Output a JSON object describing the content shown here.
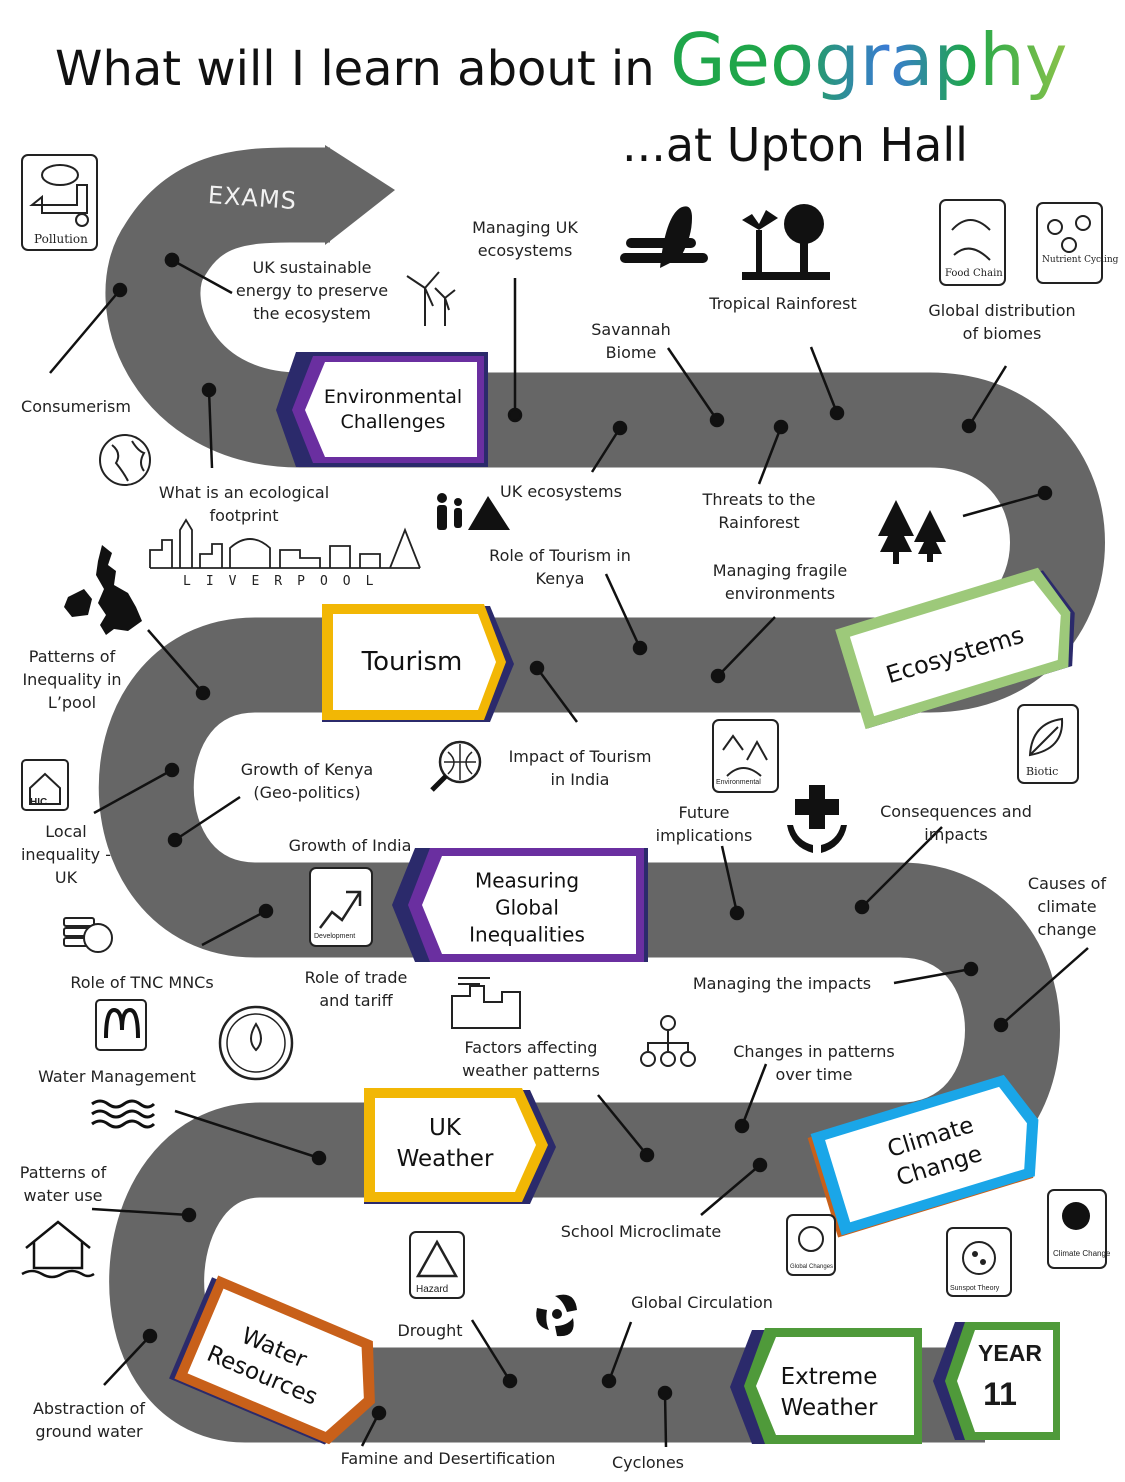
{
  "header": {
    "title_prefix": "What will I learn about in",
    "title_highlight": "Geography",
    "subtitle": "...at Upton Hall"
  },
  "road": {
    "start_label": "EXAMS",
    "color": "#666666"
  },
  "year_badge": {
    "label": "YEAR",
    "number": "11"
  },
  "units": [
    {
      "name": "Environmental Challenges",
      "lines": [
        "Environmental",
        "Challenges"
      ],
      "color": "#6a2fa0"
    },
    {
      "name": "Ecosystems",
      "lines": [
        "Ecosystems"
      ],
      "color": "#9dc97a"
    },
    {
      "name": "Tourism",
      "lines": [
        "Tourism"
      ],
      "color": "#f2b705"
    },
    {
      "name": "Measuring Global Inequalities",
      "lines": [
        "Measuring",
        "Global",
        "Inequalities"
      ],
      "color": "#6a2fa0"
    },
    {
      "name": "Climate Change",
      "lines": [
        "Climate",
        "Change"
      ],
      "color": "#1aa6e8"
    },
    {
      "name": "UK Weather",
      "lines": [
        "UK",
        "Weather"
      ],
      "color": "#f2b705"
    },
    {
      "name": "Water Resources",
      "lines": [
        "Water",
        "Resources"
      ],
      "color": "#c8601a"
    },
    {
      "name": "Extreme Weather",
      "lines": [
        "Extreme",
        "Weather"
      ],
      "color": "#4f9a3a"
    }
  ],
  "topics": [
    {
      "id": "uk-sustainable-energy",
      "lines": [
        "UK sustainable",
        "energy to preserve",
        "the ecosystem"
      ]
    },
    {
      "id": "managing-uk-ecosystems",
      "lines": [
        "Managing UK",
        "ecosystems"
      ]
    },
    {
      "id": "tropical-rainforest",
      "lines": [
        "Tropical Rainforest"
      ]
    },
    {
      "id": "global-distribution",
      "lines": [
        "Global distribution",
        "of biomes"
      ]
    },
    {
      "id": "savannah-biome",
      "lines": [
        "Savannah",
        "Biome"
      ]
    },
    {
      "id": "consumerism",
      "lines": [
        "Consumerism"
      ]
    },
    {
      "id": "ecological-footprint",
      "lines": [
        "What is an ecological",
        "footprint"
      ]
    },
    {
      "id": "uk-ecosystems",
      "lines": [
        "UK ecosystems"
      ]
    },
    {
      "id": "threats-rainforest",
      "lines": [
        "Threats to the",
        "Rainforest"
      ]
    },
    {
      "id": "role-tourism-kenya",
      "lines": [
        "Role of Tourism in",
        "Kenya"
      ]
    },
    {
      "id": "managing-fragile",
      "lines": [
        "Managing fragile",
        "environments"
      ]
    },
    {
      "id": "patterns-inequality-lpool",
      "lines": [
        "Patterns of",
        "Inequality in",
        "L’pool"
      ]
    },
    {
      "id": "growth-kenya",
      "lines": [
        "Growth of Kenya",
        "(Geo-politics)"
      ]
    },
    {
      "id": "impact-tourism-india",
      "lines": [
        "Impact of Tourism",
        "in India"
      ]
    },
    {
      "id": "future-implications",
      "lines": [
        "Future",
        "implications"
      ]
    },
    {
      "id": "consequences-impacts",
      "lines": [
        "Consequences and",
        "impacts"
      ]
    },
    {
      "id": "local-inequality-uk",
      "lines": [
        "Local",
        "inequality -",
        "UK"
      ]
    },
    {
      "id": "growth-india",
      "lines": [
        "Growth of India"
      ]
    },
    {
      "id": "causes-climate-change",
      "lines": [
        "Causes of",
        "climate",
        "change"
      ]
    },
    {
      "id": "role-tnc-mncs",
      "lines": [
        "Role of TNC MNCs"
      ]
    },
    {
      "id": "role-trade-tariff",
      "lines": [
        "Role of trade",
        "and tariff"
      ]
    },
    {
      "id": "managing-impacts",
      "lines": [
        "Managing the impacts"
      ]
    },
    {
      "id": "water-management",
      "lines": [
        "Water Management"
      ]
    },
    {
      "id": "factors-weather",
      "lines": [
        "Factors affecting",
        "weather patterns"
      ]
    },
    {
      "id": "changes-patterns",
      "lines": [
        "Changes in patterns",
        "over time"
      ]
    },
    {
      "id": "patterns-water-use",
      "lines": [
        "Patterns of",
        "water use"
      ]
    },
    {
      "id": "school-microclimate",
      "lines": [
        "School Microclimate"
      ]
    },
    {
      "id": "drought",
      "lines": [
        "Drought"
      ]
    },
    {
      "id": "global-circulation",
      "lines": [
        "Global Circulation"
      ]
    },
    {
      "id": "abstraction-ground-water",
      "lines": [
        "Abstraction of",
        "ground water"
      ]
    },
    {
      "id": "famine-desertification",
      "lines": [
        "Famine and Desertification"
      ]
    },
    {
      "id": "cyclones",
      "lines": [
        "Cyclones"
      ]
    }
  ],
  "icon_captions": {
    "pollution": "Pollution",
    "food_chain": "Food Chain",
    "nutrient_cycling": "Nutrient Cycling",
    "liverpool": "LIVERPOOL",
    "hic": "HIC",
    "biotic": "Biotic",
    "environmental": "Environmental",
    "development": "Development",
    "hazard": "Hazard",
    "global_changes": "Global Changes",
    "sunspot_theory": "Sunspot Theory",
    "climate_change": "Climate Change"
  }
}
